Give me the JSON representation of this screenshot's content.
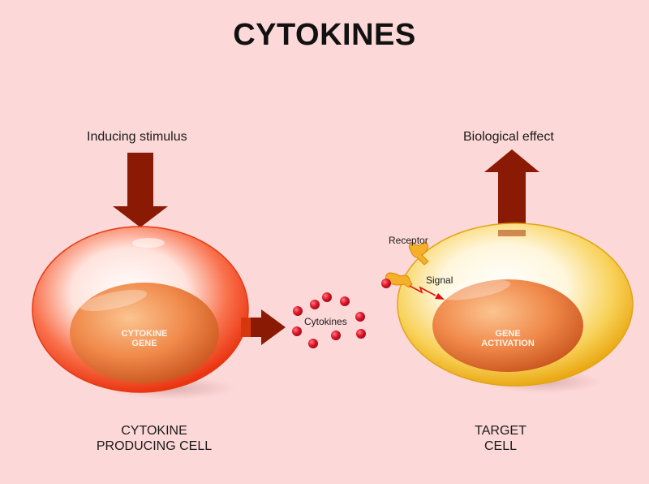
{
  "title": "CYTOKINES",
  "labels": {
    "inducing_stimulus": "Inducing stimulus",
    "biological_effect": "Biological effect",
    "receptor": "Receptor",
    "signal": "Signal",
    "cytokines": "Cytokines",
    "cytokine_gene_line1": "CYTOKINE",
    "cytokine_gene_line2": "GENE",
    "gene_activation_line1": "GENE",
    "gene_activation_line2": "ACTIVATION",
    "producing_cell_line1": "CYTOKINE",
    "producing_cell_line2": "PRODUCING CELL",
    "target_cell_line1": "TARGET",
    "target_cell_line2": "CELL"
  },
  "colors": {
    "background": "#fdd8d8",
    "arrow": "#8b1a05",
    "producing_cell": "#f2401a",
    "target_cell": "#f2c233",
    "nucleus": "#ef8a4a",
    "cytokine_dot": "#e0192c",
    "receptor": "#f5b02a",
    "signal_arrow": "#e01010"
  },
  "cytokine_count": 9
}
